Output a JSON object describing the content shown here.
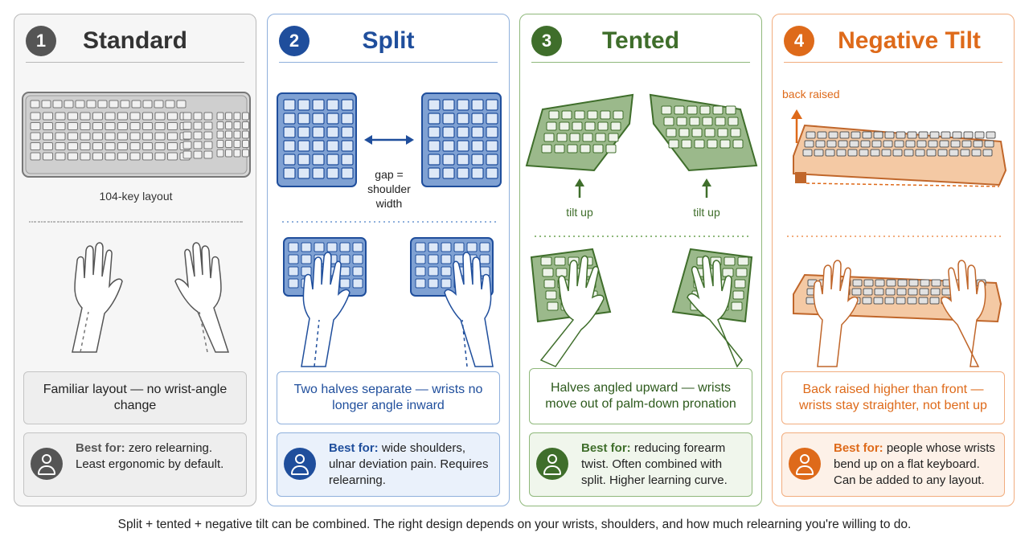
{
  "panels": [
    {
      "number": "1",
      "title": "Standard",
      "annotations": [
        "104-key layout"
      ],
      "description": "Familiar layout — no wrist-angle change",
      "best_for_label": "Best for:",
      "best_for_text": " zero relearning. Least ergonomic by default."
    },
    {
      "number": "2",
      "title": "Split",
      "annotations": [
        "gap =",
        "shoulder",
        "width"
      ],
      "description": "Two halves separate — wrists no longer angle inward",
      "best_for_label": "Best for:",
      "best_for_text": " wide shoulders, ulnar deviation pain. Requires relearning."
    },
    {
      "number": "3",
      "title": "Tented",
      "annotations": [
        "tilt up",
        "tilt up"
      ],
      "description": "Halves angled upward — wrists move out of palm-down pronation",
      "best_for_label": "Best for:",
      "best_for_text": " reducing forearm twist. Often combined with split. Higher learning curve."
    },
    {
      "number": "4",
      "title": "Negative Tilt",
      "annotations": [
        "back raised"
      ],
      "description": "Back raised higher than front — wrists stay straighter, not bent up",
      "best_for_label": "Best for:",
      "best_for_text": " people whose wrists bend up on a flat keyboard. Can be added to any layout."
    }
  ],
  "caption": "Split + tented + negative tilt can be combined. The right design depends on your wrists, shoulders, and how much relearning you're willing to do.",
  "colors": {
    "standard": "#555555",
    "split": "#1f4e9c",
    "tented": "#3f6e2b",
    "negative_tilt": "#de6a1a"
  },
  "icons": [
    "person-icon",
    "keyboard-icon",
    "hand-icon",
    "arrow-icon"
  ]
}
